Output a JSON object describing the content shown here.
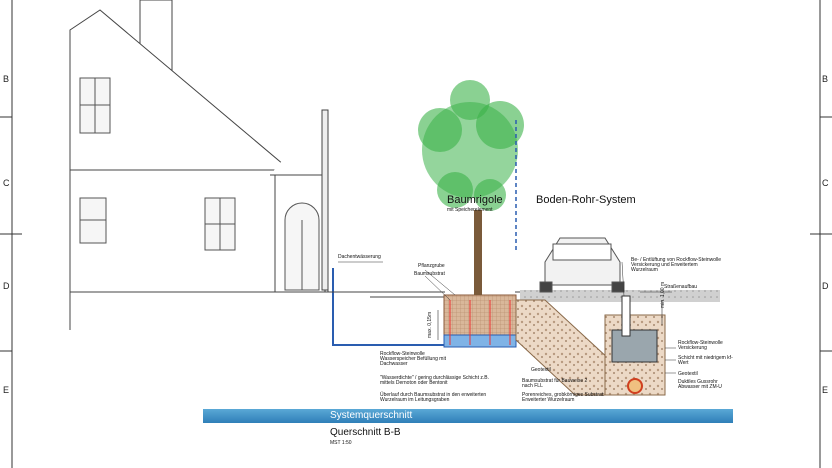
{
  "border": {
    "left_letters": [
      "B",
      "C",
      "D",
      "E"
    ],
    "right_letters": [
      "B",
      "C",
      "D",
      "E"
    ]
  },
  "labels": {
    "baumrigole": "Baumrigole",
    "speicherelement": "mit Speicherelement",
    "boden_rohr": "Boden-Rohr-System",
    "dachentwaesserung": "Dachentwässerung",
    "pflanzgrube": "Pflanzgrube",
    "baumsubstrat": "Baumsubstrat",
    "max_depth": "max. 0,15m",
    "min_depth": "min. 1,00 m",
    "rockflow_speicher": "Rockflow-Steinwolle Wasserspeicher Befüllung mit Dachwasser",
    "wasserdichte": "\"Wasserdichte\" / gering durchlässige Schicht z.B. mittels Dernoton oder Bentonit",
    "ueberlauf": "Überlauf durch Baumsubstrat in den erweiterten Wurzelraum im Leitungsgraben",
    "be_entlueftung": "Be- / Entlüftung von Rockflow-Steinwolle Versickerung und Erweitertem Wurzelraum",
    "strassenaufbau": "Straßenaufbau",
    "rockflow_versickerung": "Rockflow-Steinwolle Versickerung",
    "schicht_kf": "Schicht mit niedrigem kf-Wert",
    "geotextil_1": "Geotextil",
    "geotextil_2": "Geotextil",
    "baumsubstrat_fll": "Baumsubstrat für Bauweise 2 nach FLL",
    "duktiles_gussrohr": "Duktiles Gussrohr Abwasser mit ZM-U",
    "porenreiches": "Porenreiches, grobkörniges Substrat: Erweiterter Wurzelraum"
  },
  "footer": {
    "banner": "Systemquerschnitt",
    "section": "Querschnitt B-B",
    "scale": "MST 1:50"
  },
  "colors": {
    "banner": "#2f7fb8",
    "tree": "#3cb34a",
    "water": "#2a5db0",
    "soil": "#d9b79a"
  }
}
